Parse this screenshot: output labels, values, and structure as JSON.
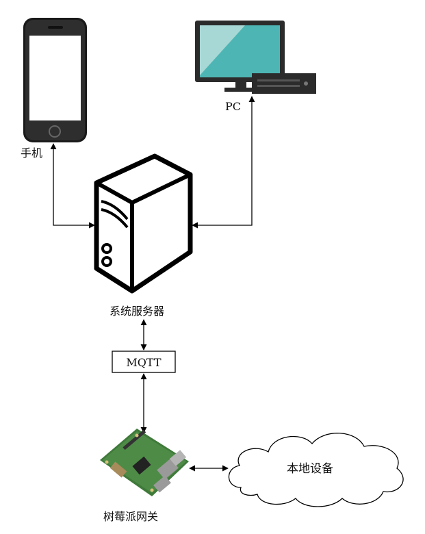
{
  "labels": {
    "phone": "手机",
    "pc": "PC",
    "server": "系统服务器",
    "mqtt": "MQTT",
    "gateway": "树莓派网关",
    "cloud": "本地设备"
  },
  "colors": {
    "line": "#000000",
    "screen_teal": "#4db6b4",
    "screen_light": "#a8d8d6",
    "pc_frame": "#2b2b2b",
    "phone_body": "#1a1a1a",
    "board_green": "#3f7a3a"
  },
  "icons": [
    "phone-icon",
    "pc-icon",
    "server-icon",
    "raspberry-pi-board-icon",
    "cloud-shape"
  ]
}
